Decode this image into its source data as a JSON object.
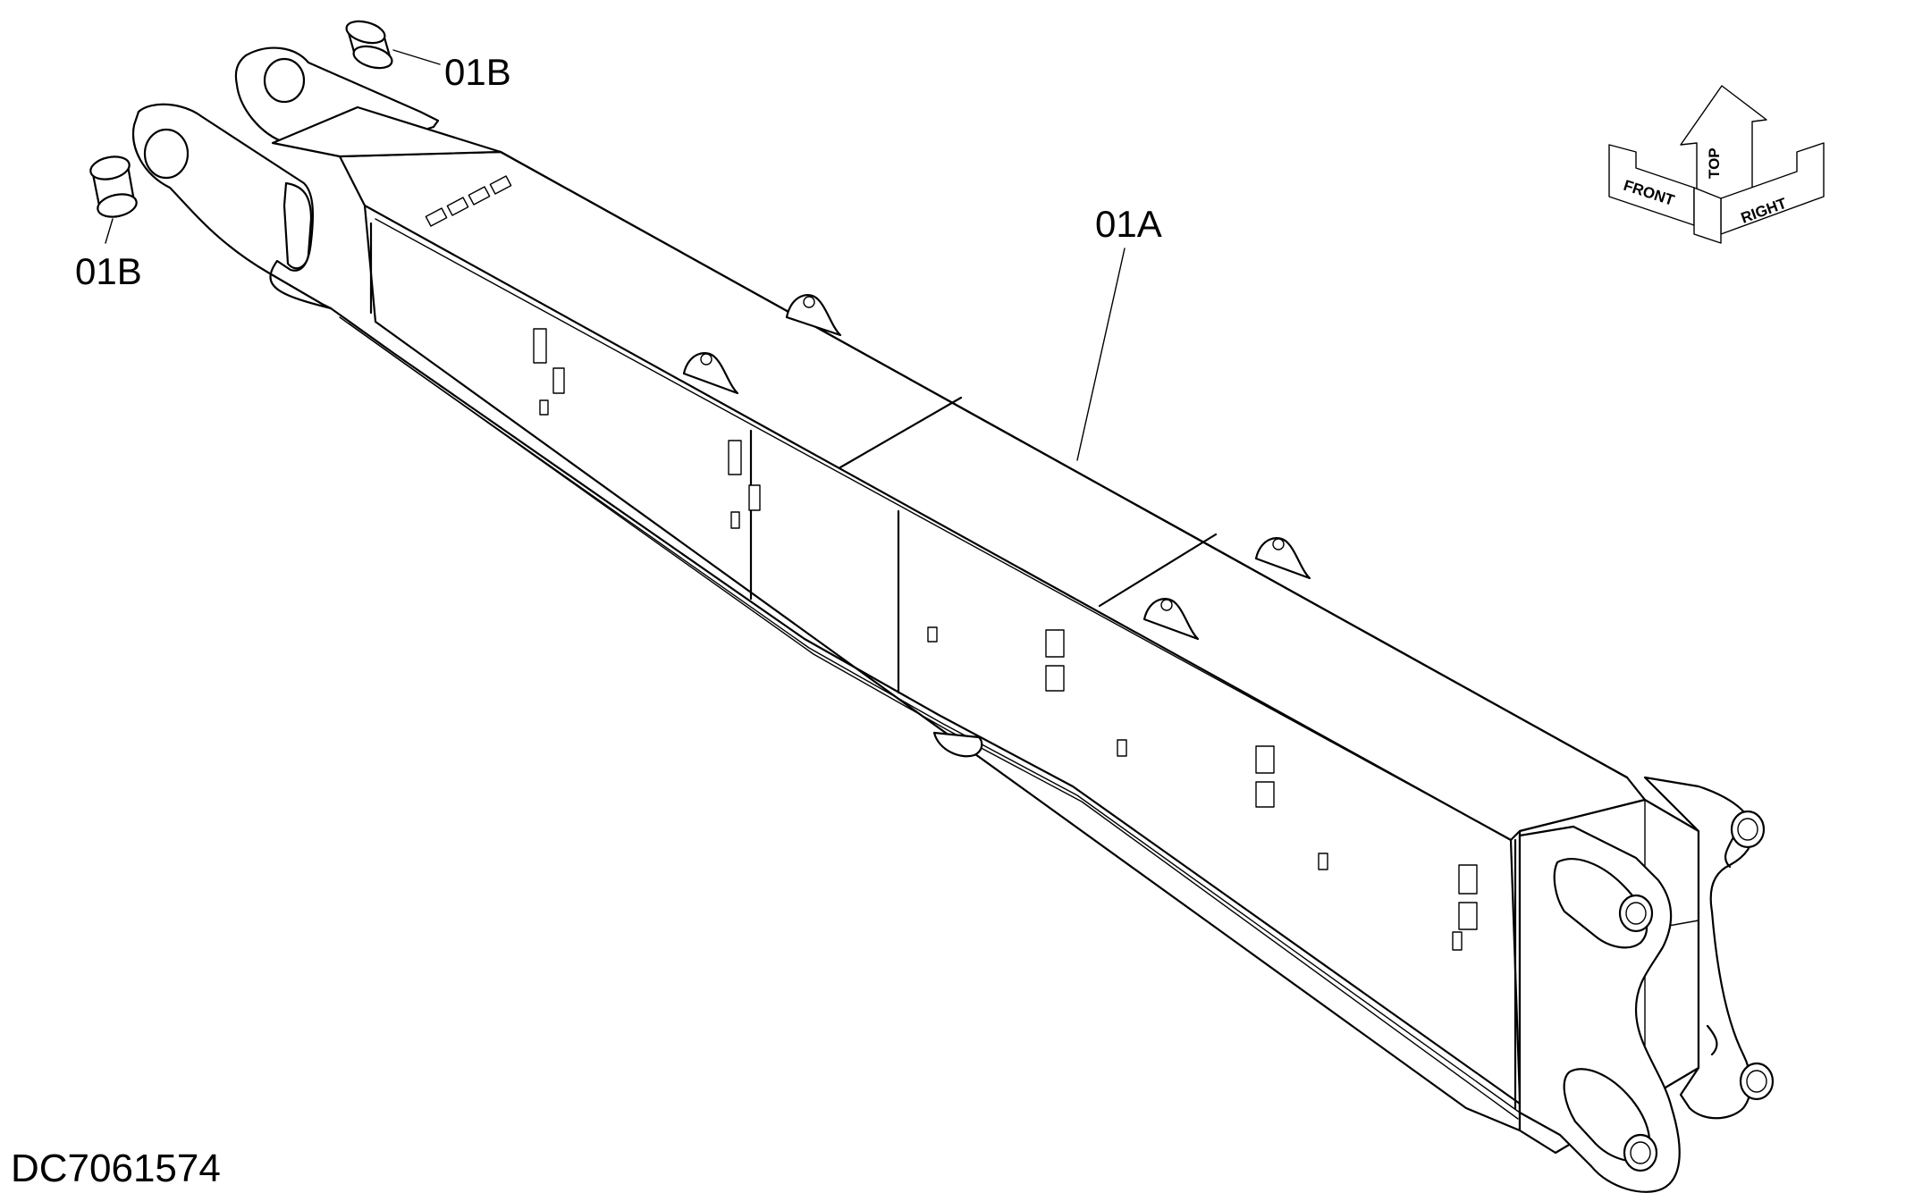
{
  "callouts": {
    "part_main": "01A",
    "part_bushing_top": "01B",
    "part_bushing_left": "01B"
  },
  "orientation": {
    "front": "FRONT",
    "top": "TOP",
    "right": "RIGHT"
  },
  "document_id": "DC7061574"
}
